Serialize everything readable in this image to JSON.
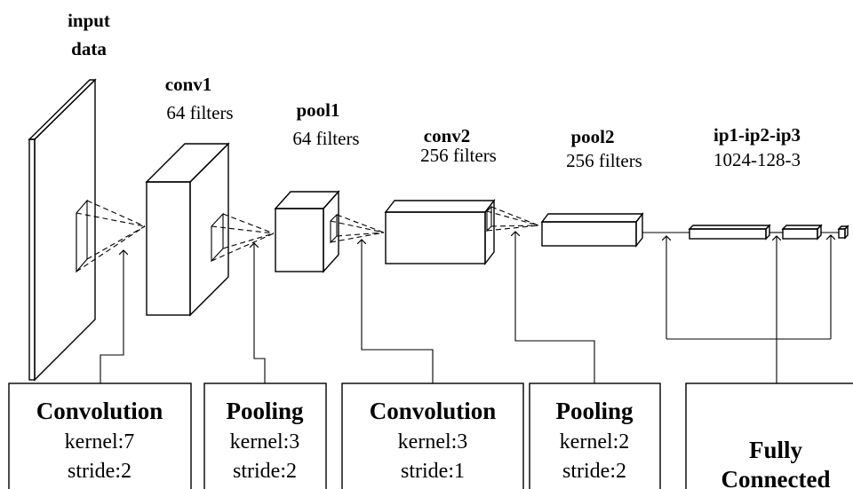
{
  "layers": {
    "input": {
      "line1": "input",
      "line2": "data"
    },
    "conv1": {
      "name": "conv1",
      "detail": "64 filters"
    },
    "pool1": {
      "name": "pool1",
      "detail": "64 filters"
    },
    "conv2": {
      "name": "conv2",
      "detail": "256 filters"
    },
    "pool2": {
      "name": "pool2",
      "detail": "256 filters"
    },
    "ip": {
      "name": "ip1-ip2-ip3",
      "detail": "1024-128-3"
    }
  },
  "boxes": [
    {
      "title": "Convolution",
      "line1": "kernel:7",
      "line2": "stride:2"
    },
    {
      "title": "Pooling",
      "line1": "kernel:3",
      "line2": "stride:2"
    },
    {
      "title": "Convolution",
      "line1": "kernel:3",
      "line2": "stride:1"
    },
    {
      "title": "Pooling",
      "line1": "kernel:2",
      "line2": "stride:2"
    },
    {
      "title": "Fully",
      "line1": "Connected"
    }
  ],
  "colors": {
    "shaded_face": "#e6e6e6",
    "line": "#000000"
  }
}
